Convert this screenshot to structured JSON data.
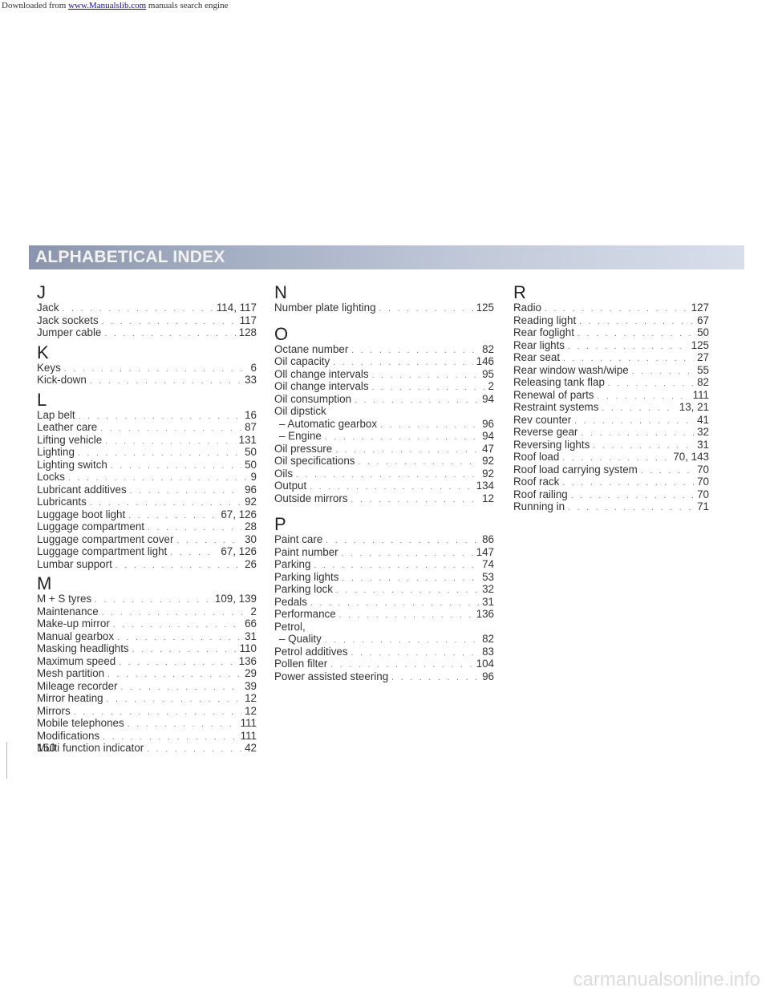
{
  "top_banner": {
    "prefix": "Downloaded from",
    "link": "www.Manualslib.com",
    "suffix": "manuals search engine"
  },
  "header": {
    "title": "ALPHABETICAL INDEX"
  },
  "columns": [
    [
      {
        "letter": "J",
        "entries": [
          {
            "term": "Jack",
            "page": "114, 117"
          },
          {
            "term": "Jack sockets",
            "page": "117"
          },
          {
            "term": "Jumper cable",
            "page": "128"
          }
        ]
      },
      {
        "letter": "K",
        "entries": [
          {
            "term": "Keys",
            "page": "6"
          },
          {
            "term": "Kick-down",
            "page": "33"
          }
        ]
      },
      {
        "letter": "L",
        "entries": [
          {
            "term": "Lap belt",
            "page": "16"
          },
          {
            "term": "Leather care",
            "page": "87"
          },
          {
            "term": "Lifting vehicle",
            "page": "131"
          },
          {
            "term": "Lighting",
            "page": "50"
          },
          {
            "term": "Lighting switch",
            "page": "50"
          },
          {
            "term": "Locks",
            "page": "9"
          },
          {
            "term": "Lubricant additives",
            "page": "96"
          },
          {
            "term": "Lubricants",
            "page": "92"
          },
          {
            "term": "Luggage boot light",
            "page": "67, 126"
          },
          {
            "term": "Luggage compartment",
            "page": "28"
          },
          {
            "term": "Luggage compartment cover",
            "page": "30"
          },
          {
            "term": "Luggage compartment light",
            "page": "67, 126"
          },
          {
            "term": "Lumbar support",
            "page": "26"
          }
        ]
      },
      {
        "letter": "M",
        "entries": [
          {
            "term": "M + S tyres",
            "page": "109, 139"
          },
          {
            "term": "Maintenance",
            "page": "2"
          },
          {
            "term": "Make-up mirror",
            "page": "66"
          },
          {
            "term": "Manual gearbox",
            "page": "31"
          },
          {
            "term": "Masking headlights",
            "page": "110"
          },
          {
            "term": "Maximum speed",
            "page": "136"
          },
          {
            "term": "Mesh partition",
            "page": "29"
          },
          {
            "term": "Mileage recorder",
            "page": "39"
          },
          {
            "term": "Mirror heating",
            "page": "12"
          },
          {
            "term": "Mirrors",
            "page": "12"
          },
          {
            "term": "Mobile telephones",
            "page": "111"
          },
          {
            "term": "Modifications",
            "page": "111"
          },
          {
            "term": "Multi function indicator",
            "page": "42"
          }
        ]
      }
    ],
    [
      {
        "letter": "N",
        "entries": [
          {
            "term": "Number plate lighting",
            "page": "125"
          }
        ]
      },
      {
        "letter": "O",
        "entries": [
          {
            "term": "Octane number",
            "page": "82"
          },
          {
            "term": "Oil capacity",
            "page": "146"
          },
          {
            "term": "Oll change intervals",
            "page": "95"
          },
          {
            "term": "Oil change intervals",
            "page": "2"
          },
          {
            "term": "Oil consumption",
            "page": "94"
          },
          {
            "term": "Oil dipstick",
            "page": ""
          },
          {
            "term": "– Automatic gearbox",
            "page": "96",
            "indent": true
          },
          {
            "term": "– Engine",
            "page": "94",
            "indent": true
          },
          {
            "term": "Oil pressure",
            "page": "47"
          },
          {
            "term": "Oil specifications",
            "page": "92"
          },
          {
            "term": "Oils",
            "page": "92"
          },
          {
            "term": "Output",
            "page": "134"
          },
          {
            "term": "Outside mirrors",
            "page": "12"
          }
        ]
      },
      {
        "letter": "P",
        "entries": [
          {
            "term": "Paint care",
            "page": "86"
          },
          {
            "term": "Paint number",
            "page": "147"
          },
          {
            "term": "Parking",
            "page": "74"
          },
          {
            "term": "Parking lights",
            "page": "53"
          },
          {
            "term": "Parking lock",
            "page": "32"
          },
          {
            "term": "Pedals",
            "page": "31"
          },
          {
            "term": "Performance",
            "page": "136"
          },
          {
            "term": "Petrol,",
            "page": ""
          },
          {
            "term": "– Quality",
            "page": "82",
            "indent": true
          },
          {
            "term": "Petrol additives",
            "page": "83"
          },
          {
            "term": "Pollen filter",
            "page": "104"
          },
          {
            "term": "Power assisted steering",
            "page": "96"
          }
        ]
      }
    ],
    [
      {
        "letter": "R",
        "entries": [
          {
            "term": "Radio",
            "page": "127"
          },
          {
            "term": "Reading light",
            "page": "67"
          },
          {
            "term": "Rear foglight",
            "page": "50"
          },
          {
            "term": "Rear lights",
            "page": "125"
          },
          {
            "term": "Rear seat",
            "page": "27"
          },
          {
            "term": "Rear window wash/wipe",
            "page": "55"
          },
          {
            "term": "Releasing tank flap",
            "page": "82"
          },
          {
            "term": "Renewal of parts",
            "page": "111"
          },
          {
            "term": "Restraint systems",
            "page": "13, 21"
          },
          {
            "term": "Rev counter",
            "page": "41"
          },
          {
            "term": "Reverse gear",
            "page": "32"
          },
          {
            "term": "Reversing lights",
            "page": "31"
          },
          {
            "term": "Roof load",
            "page": "70, 143"
          },
          {
            "term": "Roof load carrying system",
            "page": "70"
          },
          {
            "term": "Roof rack",
            "page": "70"
          },
          {
            "term": "Roof railing",
            "page": "70"
          },
          {
            "term": "Running in",
            "page": "71"
          }
        ]
      }
    ]
  ],
  "page_number": "150",
  "watermark": "carmanualsonline.info"
}
